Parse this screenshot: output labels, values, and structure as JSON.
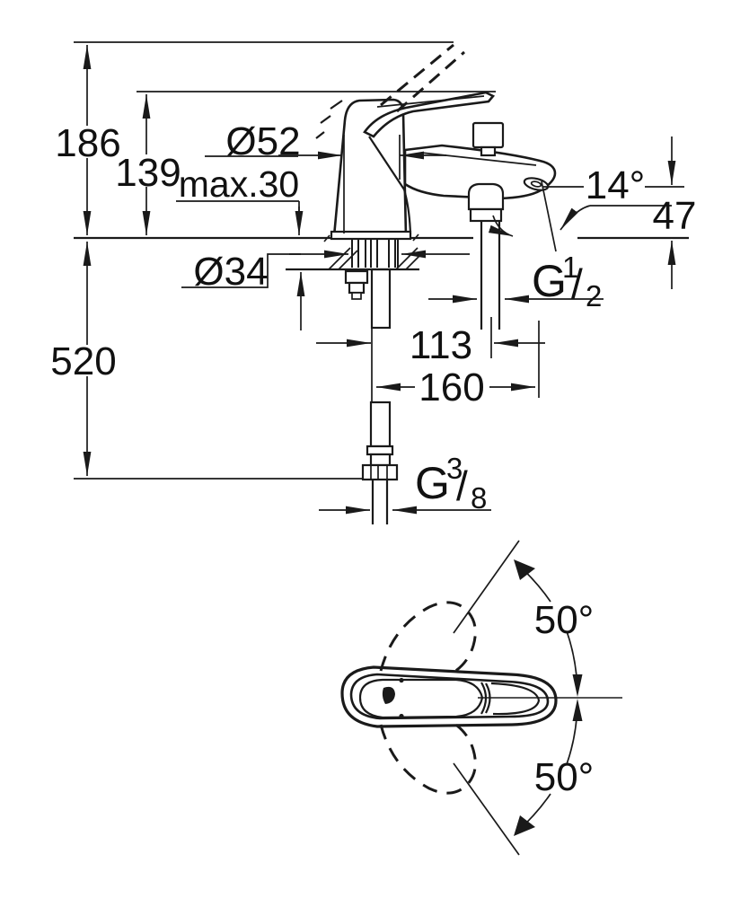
{
  "drawing": {
    "type": "faucet-installation-dimension-drawing",
    "colors": {
      "ink": "#1a1a1a",
      "background": "#ffffff"
    },
    "side_view": {
      "overall_height": "186",
      "spout_height": "139",
      "body_diameter": "Ø52",
      "max_deck_thickness": "max.30",
      "hole_diameter": "Ø34",
      "supply_length_below": "520",
      "hose_offset": "113",
      "spout_reach": "160",
      "outlet_drop": "47",
      "spout_angle": "14°",
      "shower_thread": {
        "prefix": "G",
        "numerator": "1",
        "slash": "/",
        "denominator": "2"
      },
      "supply_thread": {
        "prefix": "G",
        "numerator": "3",
        "slash": "/",
        "denominator": "8"
      }
    },
    "plan_view": {
      "swing_angle_up": "50°",
      "swing_angle_down": "50°"
    }
  }
}
